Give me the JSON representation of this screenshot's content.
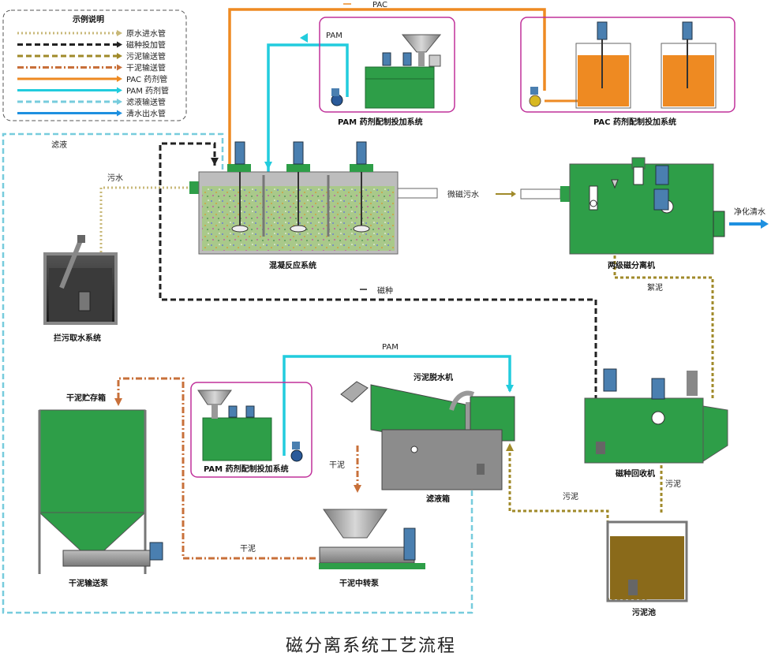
{
  "legend": {
    "title": "示例说明",
    "items": [
      {
        "label": "原水进水管",
        "color": "#c8b878",
        "style": "dotted"
      },
      {
        "label": "磁种投加管",
        "color": "#222222",
        "style": "dashed"
      },
      {
        "label": "污泥输送管",
        "color": "#a08a2a",
        "style": "dashed"
      },
      {
        "label": "干泥输送管",
        "color": "#c8703a",
        "style": "dashdot"
      },
      {
        "label": "PAC 药剂管",
        "color": "#ee8a22",
        "style": "solid"
      },
      {
        "label": "PAM 药剂管",
        "color": "#22ccdd",
        "style": "solid"
      },
      {
        "label": "滤液输送管",
        "color": "#77ccdd",
        "style": "dashed"
      },
      {
        "label": "清水出水管",
        "color": "#1e90e0",
        "style": "solid"
      }
    ]
  },
  "flow_labels": {
    "pac": "PAC",
    "pam_top": "PAM",
    "filtrate": "滤液",
    "sewage_in": "污水",
    "mag_sewage": "微磁污水",
    "clean_out": "净化清水",
    "mag_seed": "磁种",
    "floc_sludge": "絮泥",
    "pam_mid": "PAM",
    "dry_sludge_down": "干泥",
    "dry_sludge_left": "干泥",
    "sludge_right": "污泥",
    "sludge_down": "污泥"
  },
  "equipment": {
    "pam_system_top": "PAM 药剂配制投加系统",
    "pac_system": "PAC 药剂配制投加系统",
    "coag_reaction": "混凝反应系统",
    "two_stage_sep": "两级磁分离机",
    "intake": "拦污取水系统",
    "mag_recovery": "磁种回收机",
    "dewater": "污泥脱水机",
    "dry_storage": "干泥贮存箱",
    "pam_system_mid": "PAM 药剂配制投加系统",
    "filtrate_tank": "滤液箱",
    "dry_transfer_pump": "干泥中转泵",
    "dry_convey_pump": "干泥输送泵",
    "sludge_pool": "污泥池"
  },
  "figure_title": "磁分离系统工艺流程",
  "colors": {
    "green": "#2e9e48",
    "green_dark": "#1f7a35",
    "gray": "#8c8c8c",
    "orange": "#ee8a22",
    "cyan": "#22ccdd",
    "frame_magenta": "#c0309a",
    "sludge_brown": "#8a6a1a"
  }
}
